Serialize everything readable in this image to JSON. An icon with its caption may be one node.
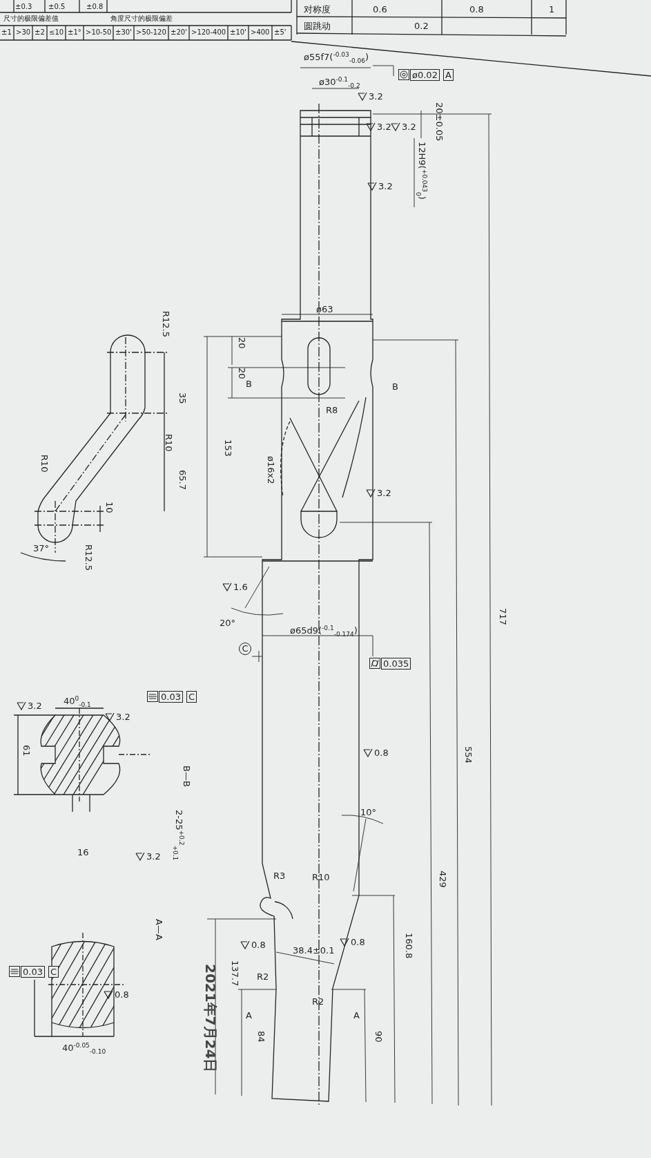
{
  "diagram": {
    "labels": [
      "±0.3",
      "±0.5",
      "±0.8",
      "尺寸的极限偏差值",
      "角度尺寸的极限偏差",
      "±1",
      ">30",
      "±2",
      "≤10",
      "±1°",
      ">10-50",
      "±30'",
      ">50-120",
      "±20'",
      ">120-400",
      "±10'",
      ">400",
      "±5'",
      "对称度",
      "0.6",
      "0.8",
      "1",
      "圆跳动",
      "0.2",
      "ø55f7($^{-0.03}$$_{-0.06}$)",
      "ø0.02",
      "A",
      "ø30$^{-0.1}$$_{-0.2}$",
      "3.2",
      "20±0.05",
      "3.2",
      "3.2",
      "12H9($^{+0.043}$$_{0}$)",
      "3.2",
      "ø63",
      "20",
      "20",
      "B",
      "B",
      "R8",
      "153",
      "ø16x2",
      "3.2",
      "1.6",
      "20°",
      "C",
      "ø65d9($^{-0.1}$$_{-0.174}$)",
      "0.035",
      "0.8",
      "10°",
      "717",
      "554",
      "429",
      "R3",
      "R10",
      "0.8",
      "38.4±0.1",
      "0.8",
      "R2",
      "R2",
      "137.7",
      "160.8",
      "A",
      "84",
      "A",
      "90",
      "R12.5",
      "35",
      "R10",
      "65.7",
      "R10",
      "10",
      "37°",
      "R12.5",
      "40$^{0}$$_{-0.1}$",
      "3.2",
      "3.2",
      "0.03",
      "C",
      "61",
      "B—B",
      "2-25$^{+0.2}$$_{+0.1}$",
      "3.2",
      "16",
      "A—A",
      "0.8",
      "40$^{-0.05}$$_{-0.10}$",
      "0.03",
      "C",
      "2021年7月24日"
    ]
  }
}
